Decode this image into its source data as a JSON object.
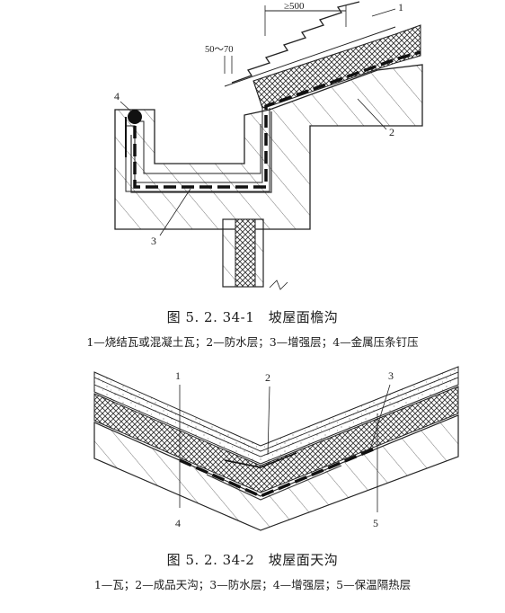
{
  "figure1": {
    "title": "图 5. 2. 34-1　坡屋面檐沟",
    "legend": "1—烧结瓦或混凝土瓦；2—防水层；3—增强层；4—金属压条钉压",
    "labels": {
      "dim_top": "≥500",
      "dim_small": "50～70",
      "n1": "1",
      "n2": "2",
      "n3": "3",
      "n4": "4"
    }
  },
  "figure2": {
    "title": "图 5. 2. 34-2　坡屋面天沟",
    "legend": "1—瓦；2—成品天沟；3—防水层；4—增强层；5—保温隔热层",
    "labels": {
      "n1": "1",
      "n2": "2",
      "n3": "3",
      "n4": "4",
      "n5": "5"
    }
  }
}
